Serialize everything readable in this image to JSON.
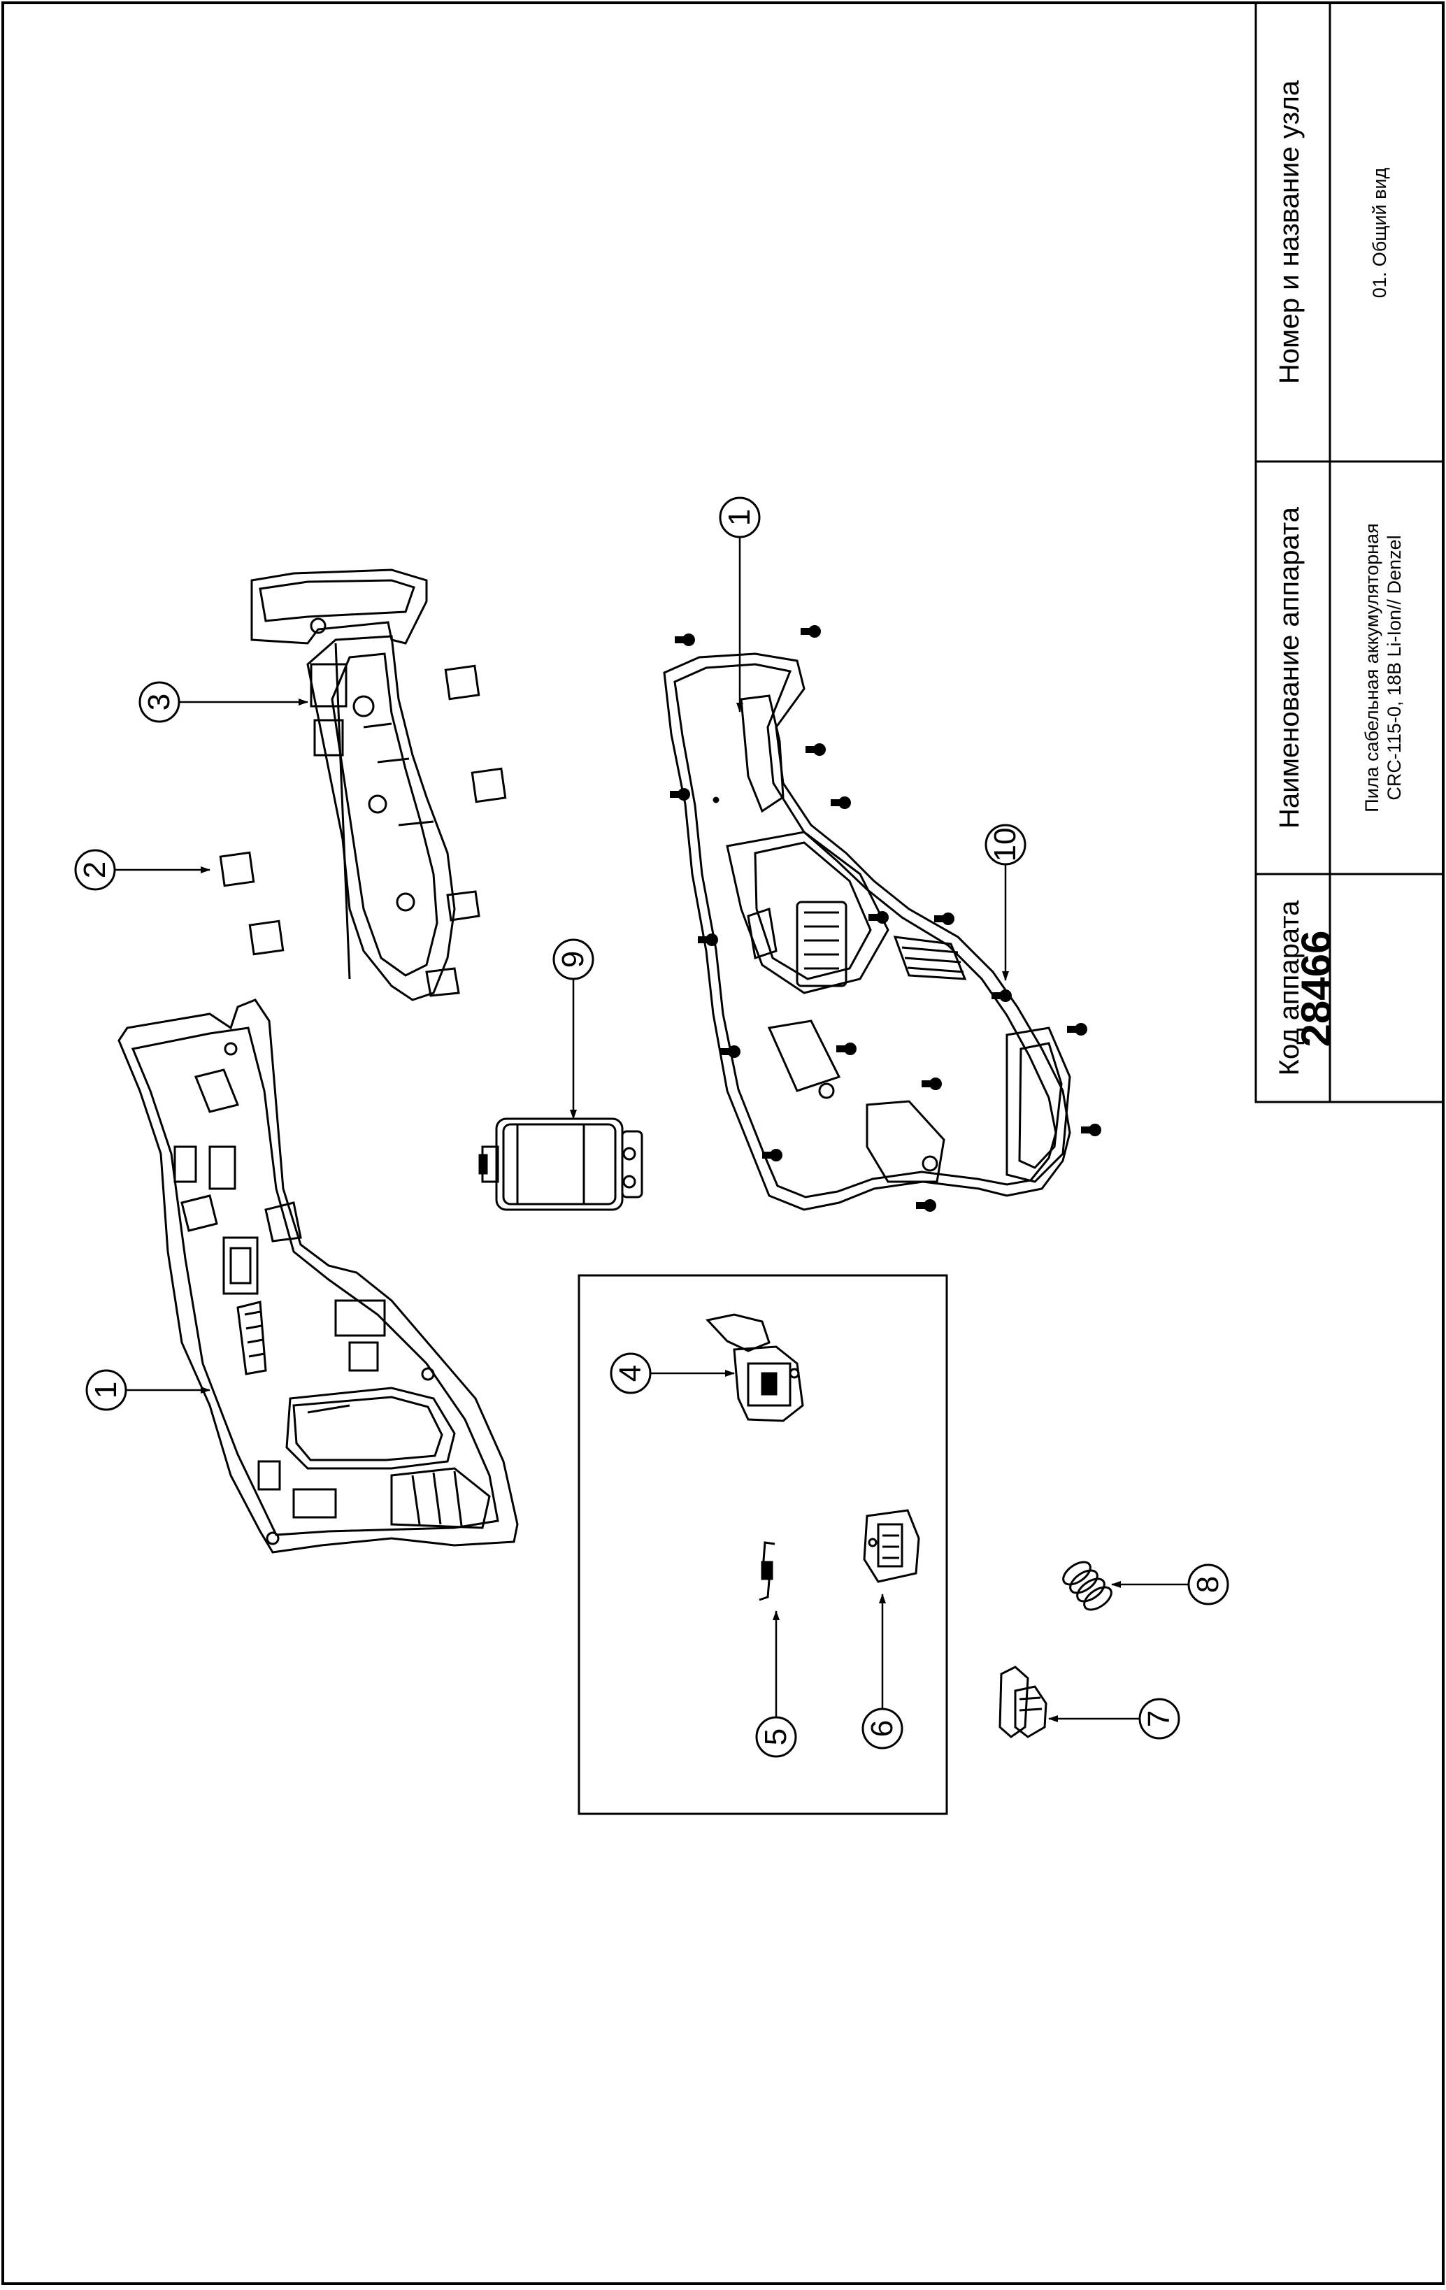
{
  "title_block": {
    "code_header": "Код аппарата",
    "code_value": "28466",
    "name_header": "Наименование аппарата",
    "name_line1": "Пила сабельная аккумуляторная",
    "name_line2": "CRC-115-0,  18В Li-Ion// Denzel",
    "unit_header": "Номер и название узла",
    "unit_value": "01. Общий вид"
  },
  "callouts": [
    {
      "id": "callout-1-housing-left",
      "label": "1",
      "part": "housing-half-left"
    },
    {
      "id": "callout-1-housing-right",
      "label": "1",
      "part": "housing-half-right"
    },
    {
      "id": "callout-2",
      "label": "2",
      "part": "damper-pad"
    },
    {
      "id": "callout-3",
      "label": "3",
      "part": "gear-frame"
    },
    {
      "id": "callout-4",
      "label": "4",
      "part": "trigger-switch"
    },
    {
      "id": "callout-5",
      "label": "5",
      "part": "wire-link"
    },
    {
      "id": "callout-6",
      "label": "6",
      "part": "battery-terminal"
    },
    {
      "id": "callout-7",
      "label": "7",
      "part": "lock-button"
    },
    {
      "id": "callout-8",
      "label": "8",
      "part": "spring"
    },
    {
      "id": "callout-9",
      "label": "9",
      "part": "motor"
    },
    {
      "id": "callout-10",
      "label": "10",
      "part": "screw"
    }
  ],
  "colors": {
    "line": "#000000",
    "background": "#ffffff"
  }
}
